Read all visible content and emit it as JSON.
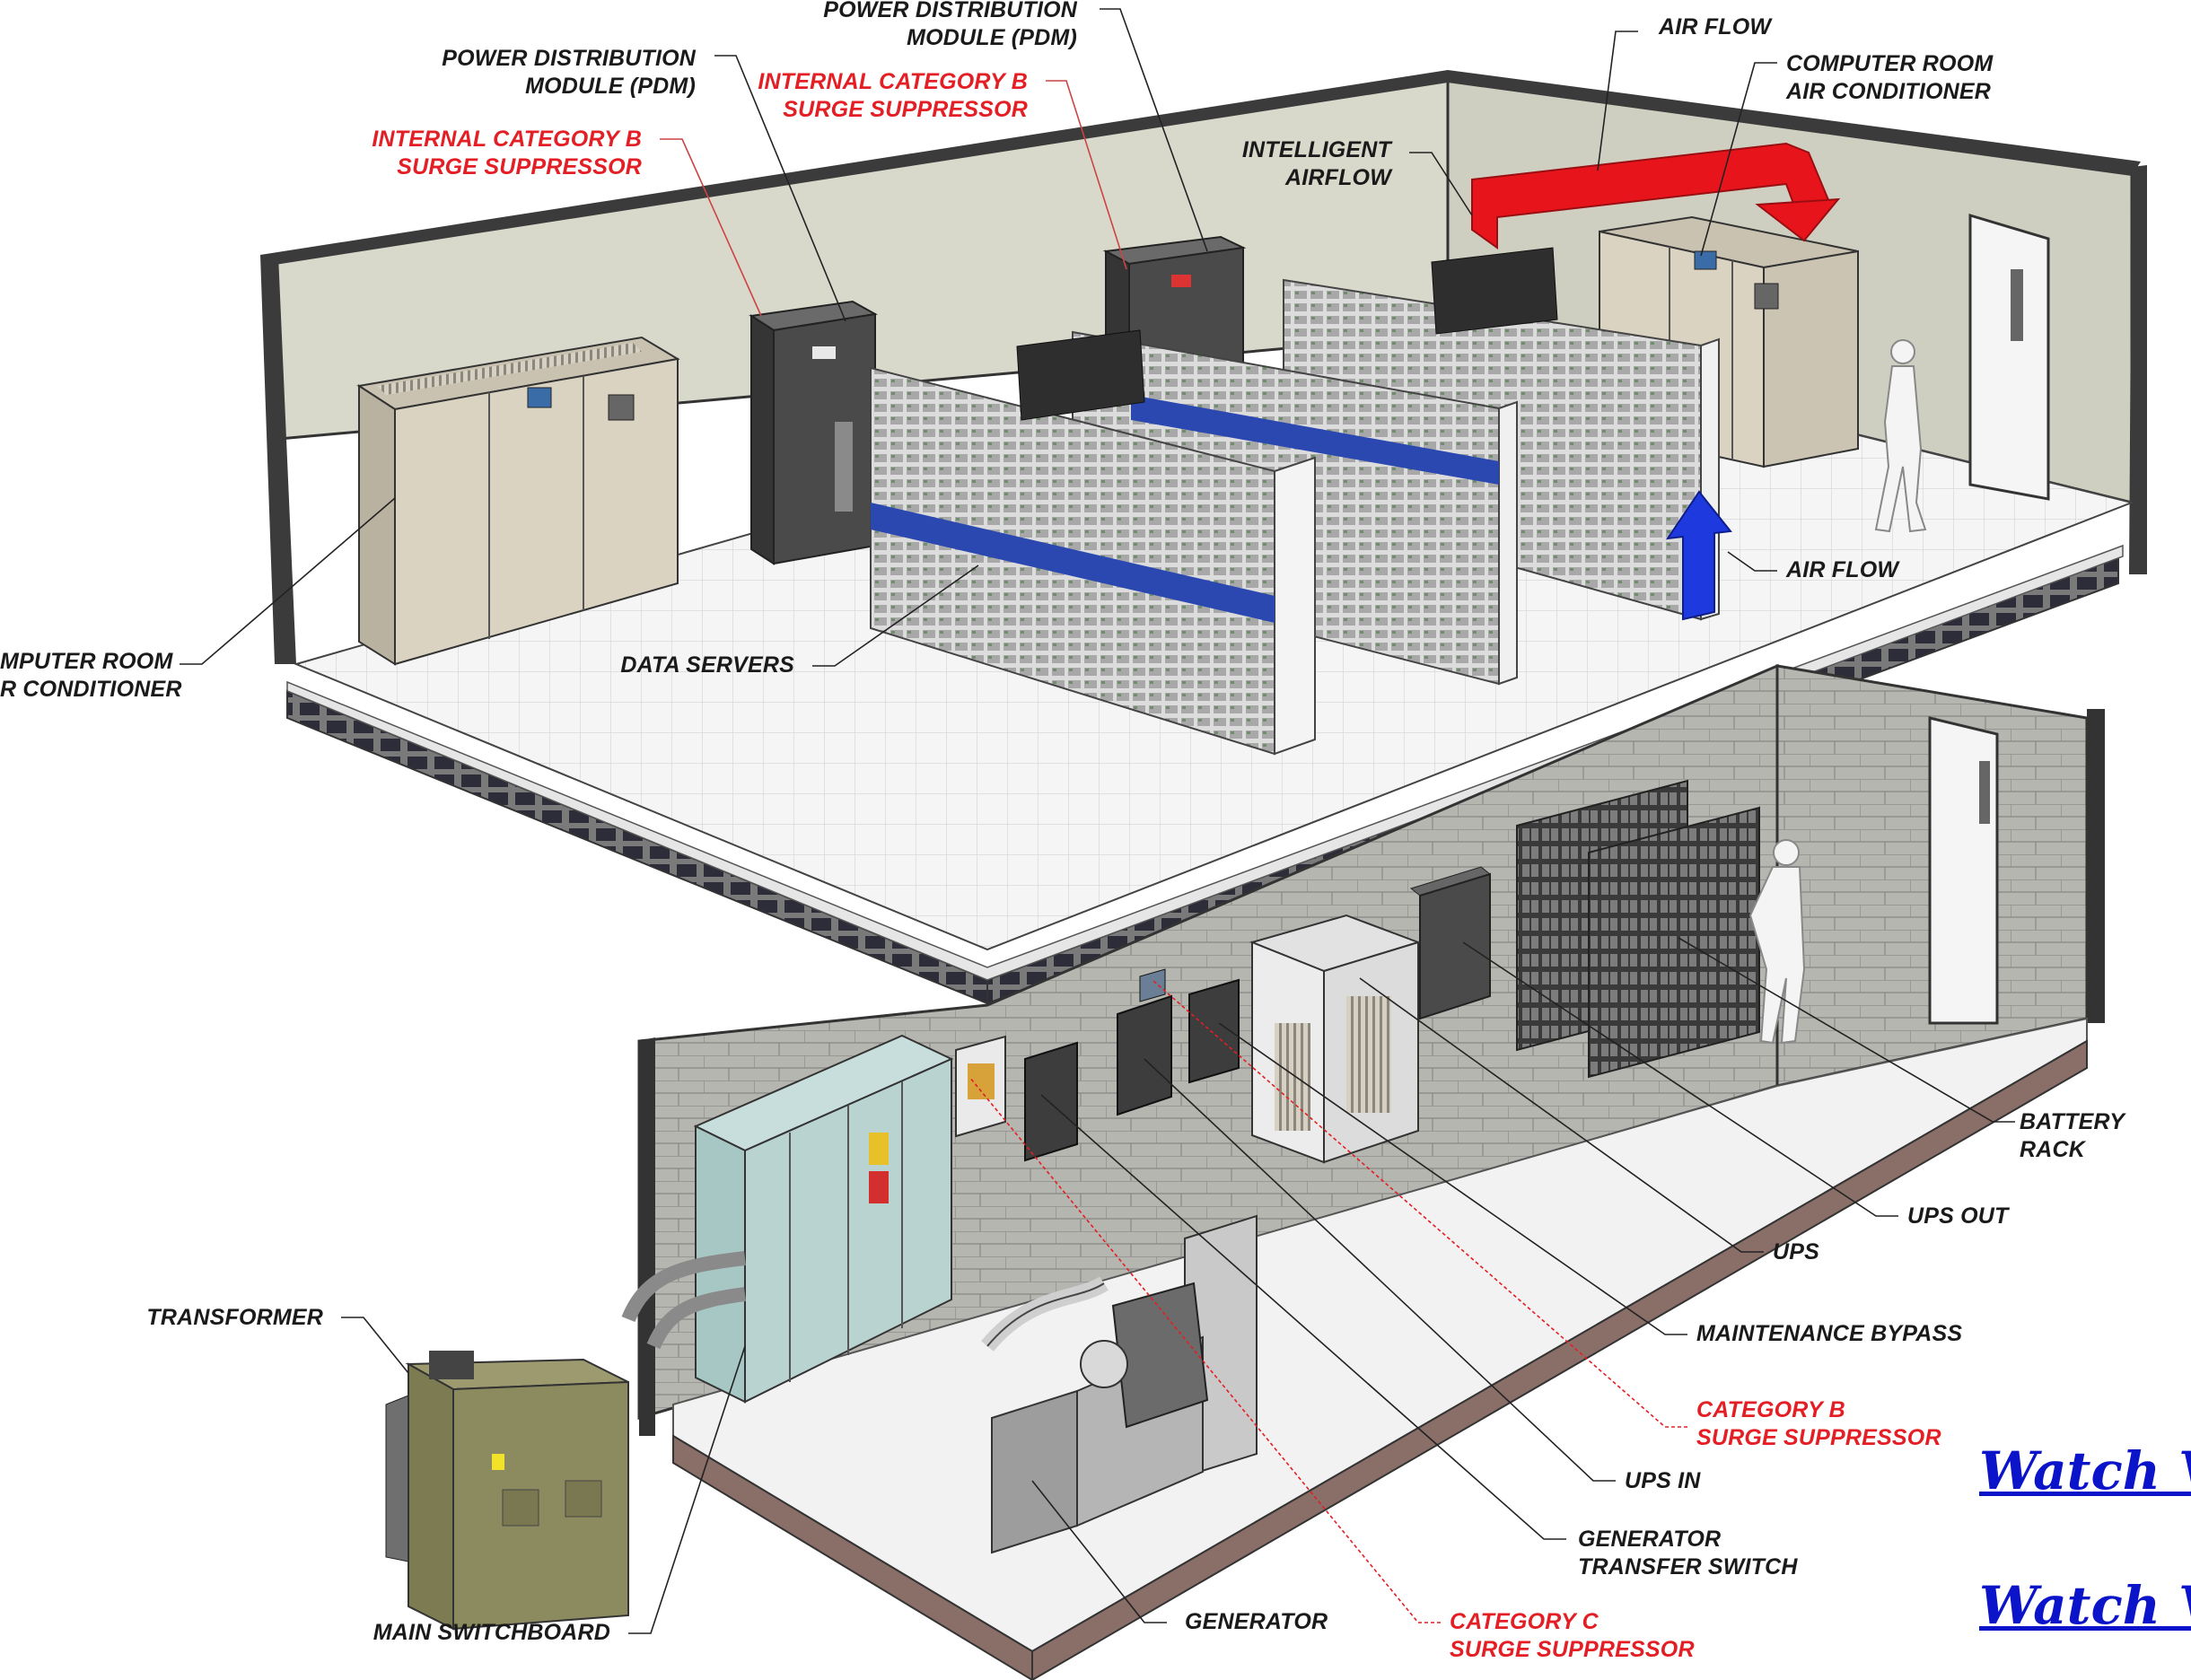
{
  "labels": {
    "pdm_top": "POWER DISTRIBUTION\nMODULE (PDM)",
    "pdm_left": "POWER DISTRIBUTION\nMODULE (PDM)",
    "surge_b_top": "INTERNAL CATEGORY B\nSURGE SUPPRESSOR",
    "surge_b_left": "INTERNAL CATEGORY B\nSURGE SUPPRESSOR",
    "air_flow_top": "AIR FLOW",
    "crac_right": "COMPUTER ROOM\nAIR CONDITIONER",
    "intelligent_airflow": "INTELLIGENT\nAIRFLOW",
    "air_flow_mid": "AIR FLOW",
    "crac_left": "MPUTER ROOM\nR CONDITIONER",
    "data_servers": "DATA SERVERS",
    "battery_rack": "BATTERY RACK",
    "ups_out": "UPS OUT",
    "ups": "UPS",
    "maintenance_bypass": "MAINTENANCE BYPASS",
    "category_b": "CATEGORY B\nSURGE SUPPRESSOR",
    "ups_in": "UPS IN",
    "gen_transfer": "GENERATOR\nTRANSFER SWITCH",
    "generator": "GENERATOR",
    "category_c": "CATEGORY C\nSURGE SUPPRESSOR",
    "transformer": "TRANSFORMER",
    "main_switchboard": "MAIN SWITCHBOARD"
  },
  "links": {
    "watch_1": "Watch V",
    "watch_2": "Watch V"
  },
  "colors": {
    "black_label": "#1a1a1a",
    "red_label": "#e31e24",
    "airflow_red": "#e8141b",
    "airflow_blue": "#1e3adf",
    "link_blue": "#0b14c8",
    "wall_upper": "#d4d4c6",
    "block_wall": "#b9b9b3",
    "floor": "#f4f4f4",
    "crac": "#d9d2c1",
    "pdm_dark": "#4a4a4a",
    "switchboard": "#a9c9c7",
    "transformer": "#8c8a5f"
  }
}
